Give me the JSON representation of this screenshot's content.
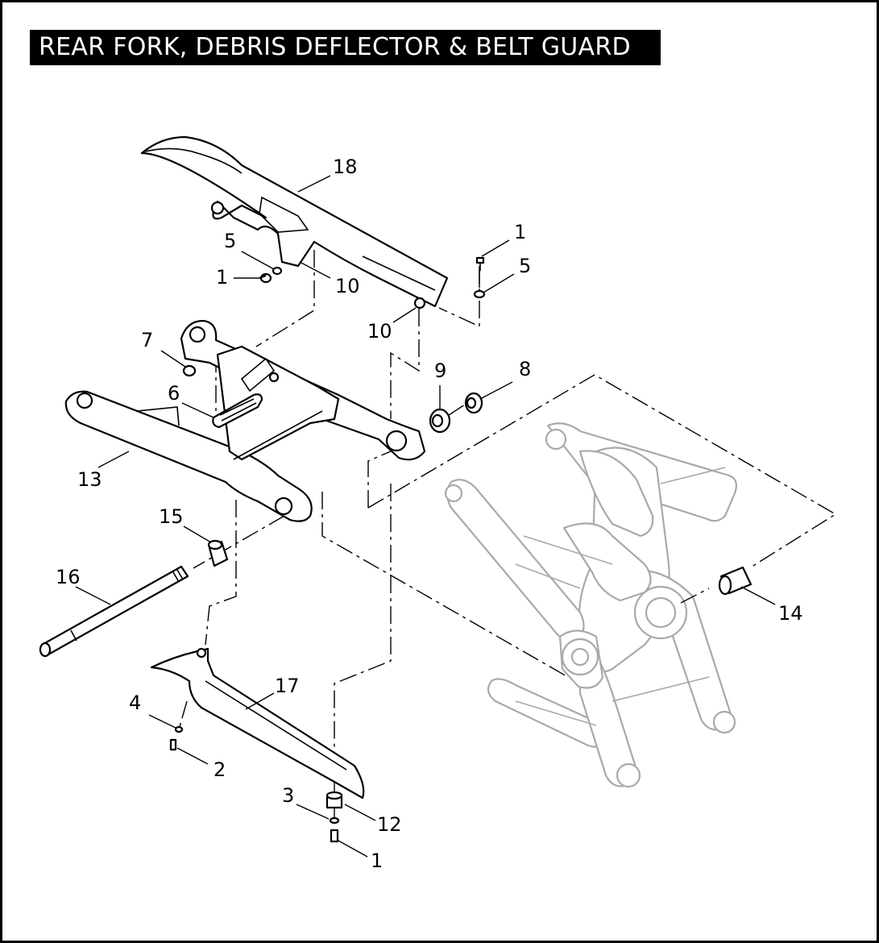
{
  "title": "REAR FORK, DEBRIS DEFLECTOR & BELT GUARD",
  "callouts": [
    {
      "id": "c18",
      "label": "18"
    },
    {
      "id": "c1a",
      "label": "1"
    },
    {
      "id": "c5a",
      "label": "5"
    },
    {
      "id": "c5b",
      "label": "5"
    },
    {
      "id": "c1b",
      "label": "1"
    },
    {
      "id": "c10a",
      "label": "10"
    },
    {
      "id": "c10b",
      "label": "10"
    },
    {
      "id": "c7",
      "label": "7"
    },
    {
      "id": "c9",
      "label": "9"
    },
    {
      "id": "c8",
      "label": "8"
    },
    {
      "id": "c6",
      "label": "6"
    },
    {
      "id": "c13",
      "label": "13"
    },
    {
      "id": "c15",
      "label": "15"
    },
    {
      "id": "c16",
      "label": "16"
    },
    {
      "id": "c14",
      "label": "14"
    },
    {
      "id": "c17",
      "label": "17"
    },
    {
      "id": "c4",
      "label": "4"
    },
    {
      "id": "c2",
      "label": "2"
    },
    {
      "id": "c3",
      "label": "3"
    },
    {
      "id": "c12",
      "label": "12"
    },
    {
      "id": "c1c",
      "label": "1"
    }
  ],
  "colors": {
    "line": "#000000",
    "background": "#ffffff",
    "ghost_frame": "#a9a9a9",
    "title_bg": "#000000",
    "title_text": "#ffffff"
  }
}
